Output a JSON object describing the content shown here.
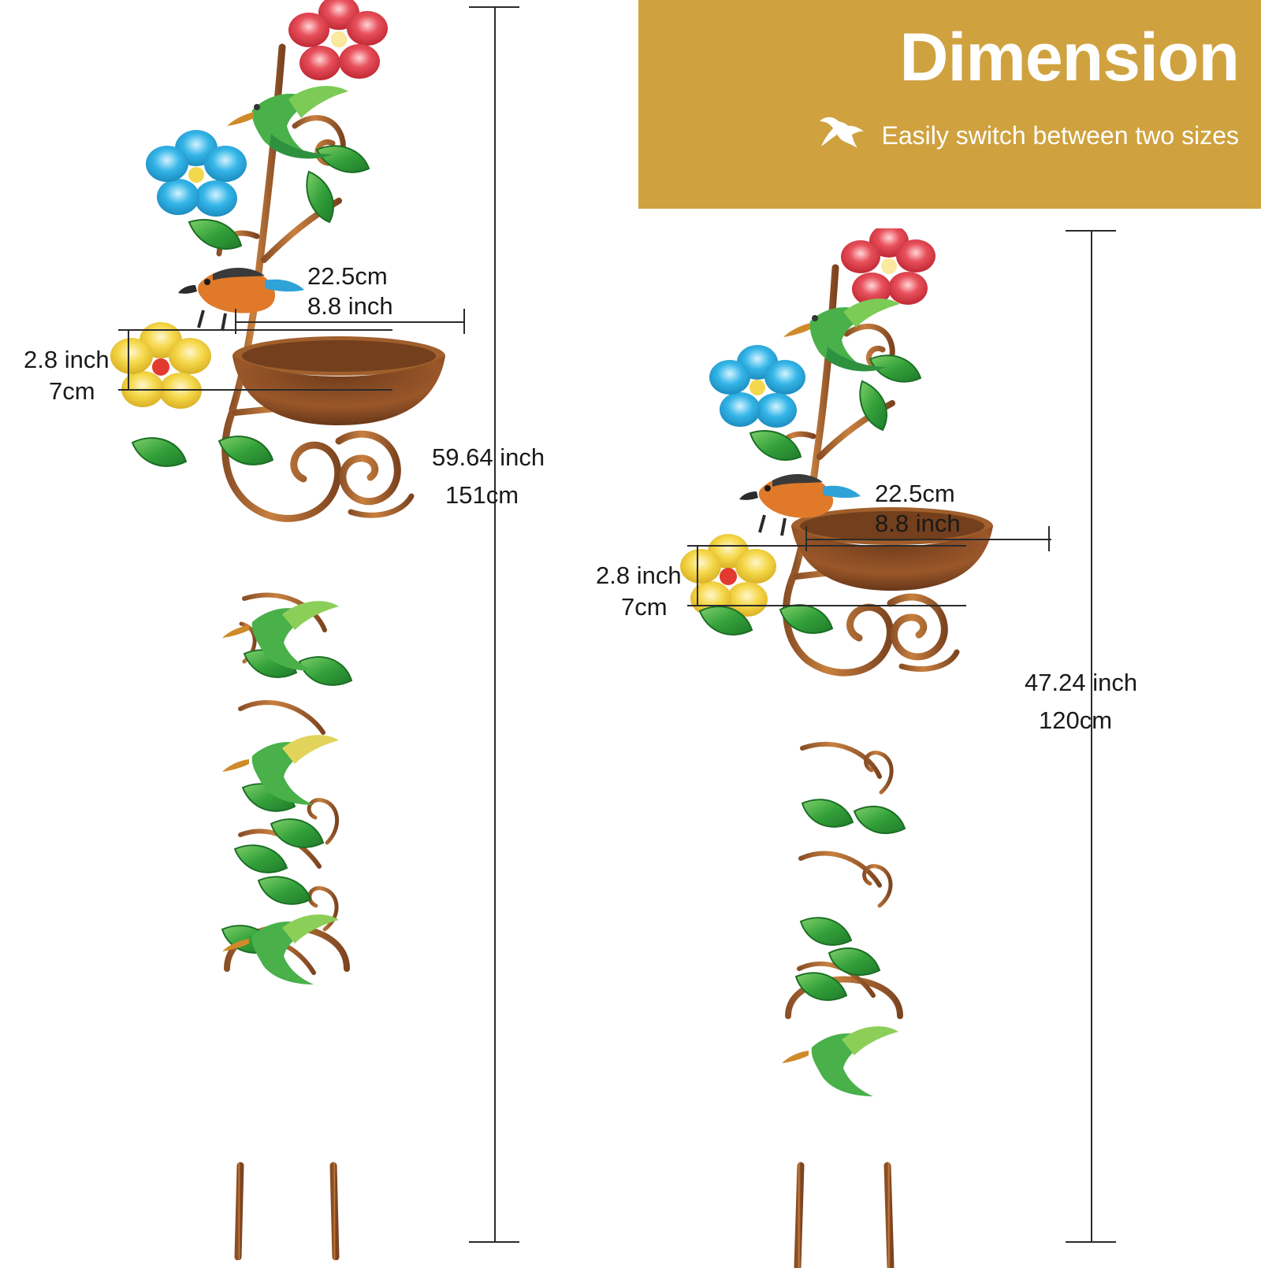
{
  "banner": {
    "title": "Dimension",
    "subtitle": "Easily switch between two sizes",
    "icon": "hummingbird-icon",
    "bg_color": "#cfa23f",
    "text_color": "#ffffff"
  },
  "colors": {
    "line": "#2b2b2b",
    "metal": "#b5703a",
    "metal_dark": "#8a4f26",
    "bowl": "#8a4b24",
    "leaf_green": "#3faa3c",
    "flower_red": "#e0424a",
    "flower_blue": "#2eb4e6",
    "flower_yellow": "#f2d33e",
    "bird_orange": "#e07a2a",
    "bird_green": "#4bb348"
  },
  "products": [
    {
      "id": "tall-stake",
      "height_label_inch": "59.64 inch",
      "height_label_cm": "151cm",
      "bowl_width_cm": "22.5cm",
      "bowl_width_inch": "8.8 inch",
      "bowl_depth_inch": "2.8 inch",
      "bowl_depth_cm": "7cm"
    },
    {
      "id": "short-stake",
      "height_label_inch": "47.24 inch",
      "height_label_cm": "120cm",
      "bowl_width_cm": "22.5cm",
      "bowl_width_inch": "8.8 inch",
      "bowl_depth_inch": "2.8 inch",
      "bowl_depth_cm": "7cm"
    }
  ]
}
